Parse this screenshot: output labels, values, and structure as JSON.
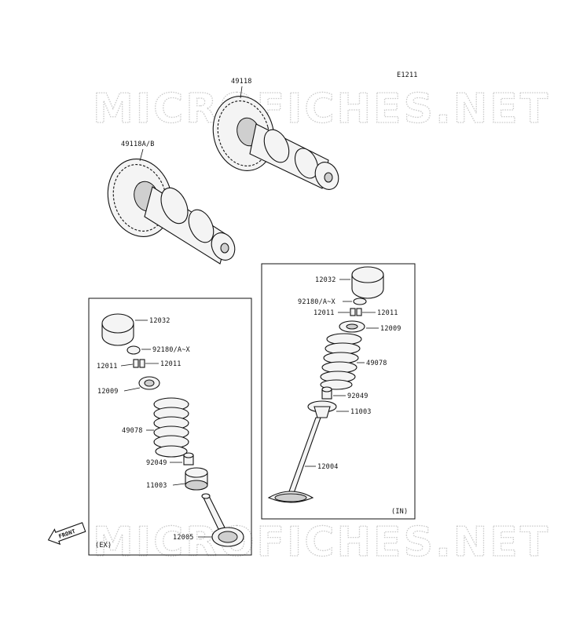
{
  "diagram": {
    "code": "E1211",
    "watermark": "MICROFICHES.NET",
    "front_label": "FRONT",
    "left_box": {
      "caption": "(EX)",
      "labels": [
        "12032",
        "92180/A~X",
        "12011",
        "12011",
        "12009",
        "49078",
        "92049",
        "11003",
        "12005"
      ]
    },
    "right_box": {
      "caption": "(IN)",
      "labels": [
        "12032",
        "92180/A~X",
        "12011",
        "12011",
        "12009",
        "49078",
        "92049",
        "11003",
        "12004"
      ]
    },
    "camshaft_labels": [
      "49118",
      "49118A/B"
    ]
  }
}
